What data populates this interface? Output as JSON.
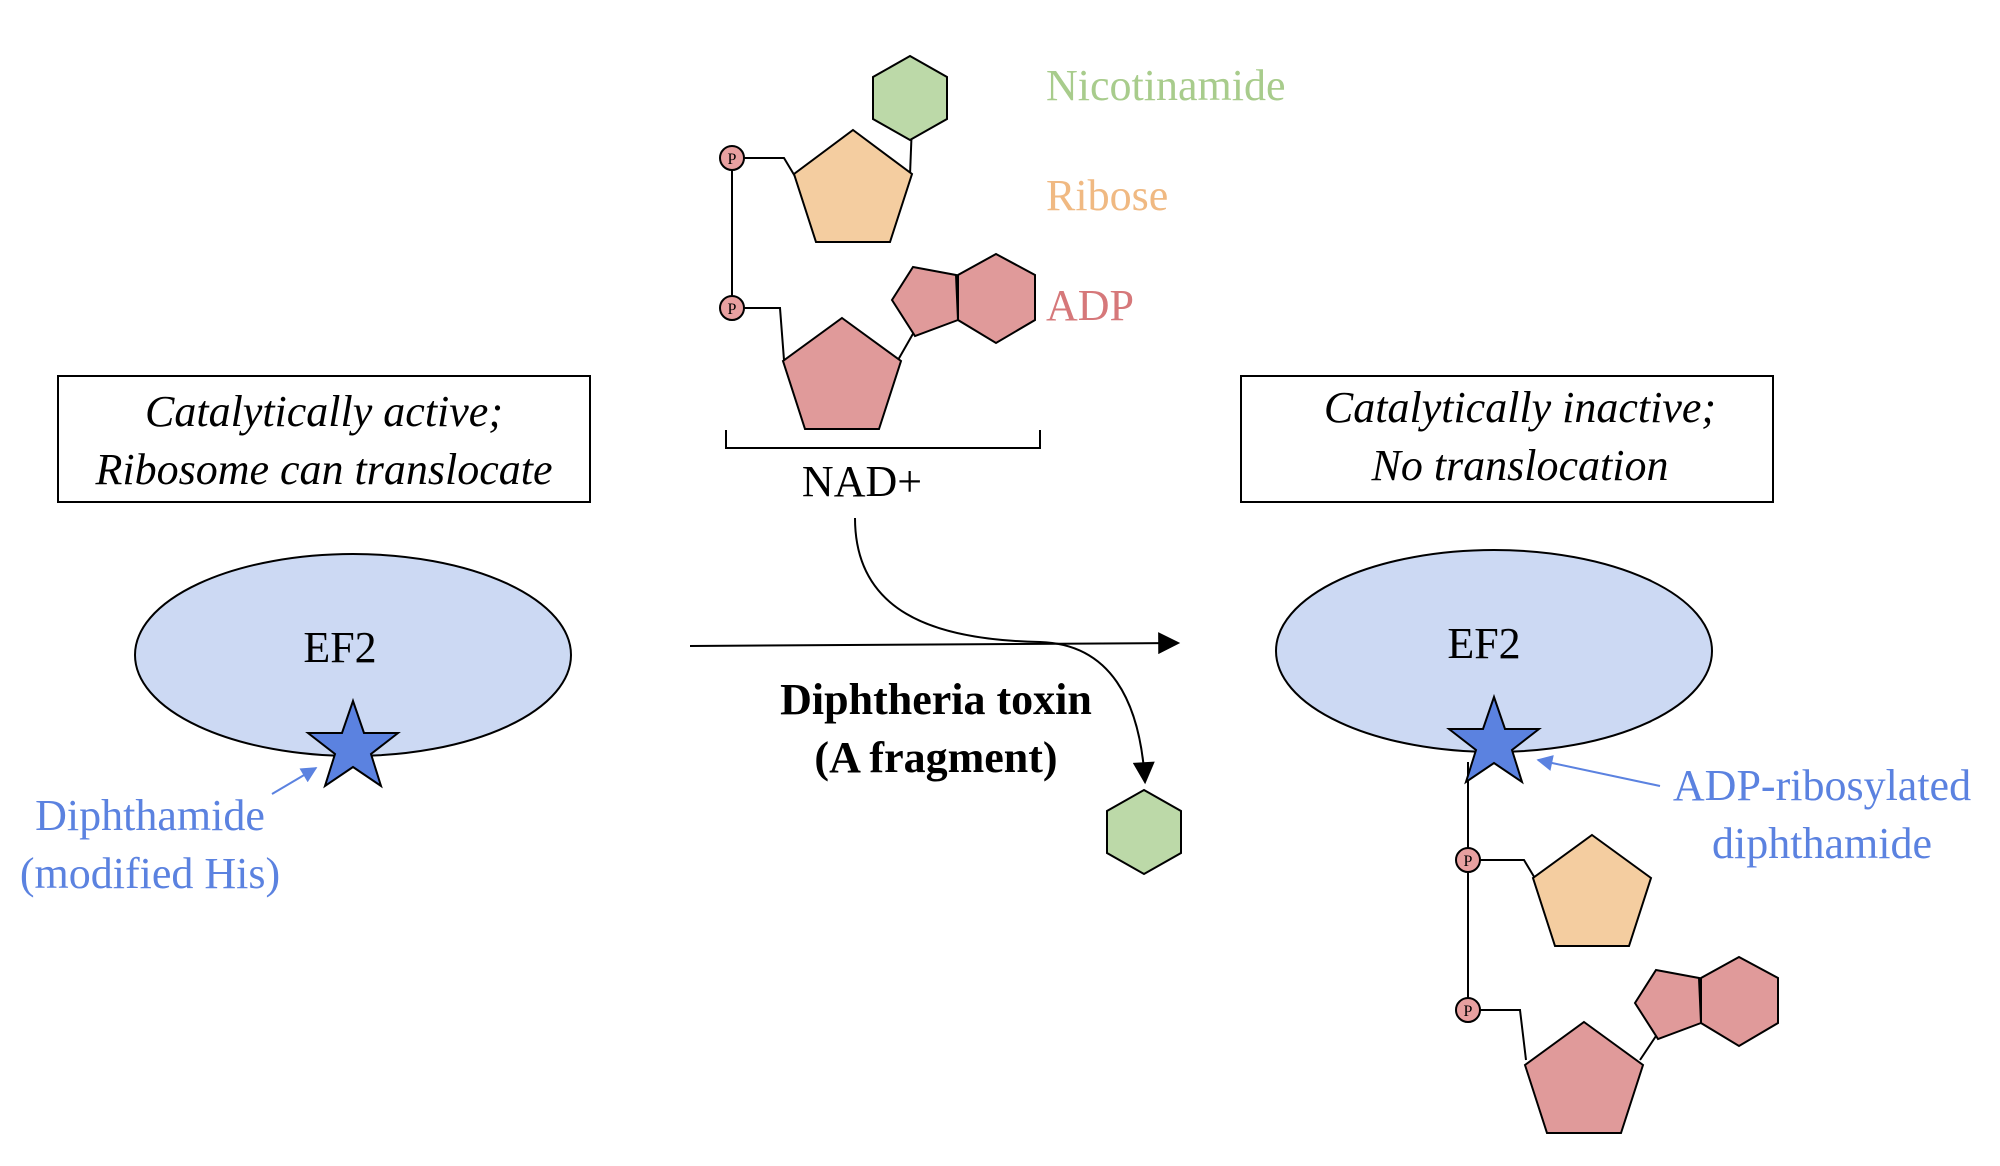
{
  "legend": {
    "nicotinamide": "Nicotinamide",
    "ribose": "Ribose",
    "adp": "ADP"
  },
  "nad_label": "NAD+",
  "phosphate_symbol": "P",
  "left_box": {
    "line1": "Catalytically active;",
    "line2": "Ribosome can translocate"
  },
  "right_box": {
    "line1": "Catalytically inactive;",
    "line2": "No translocation"
  },
  "left_protein": "EF2",
  "right_protein": "EF2",
  "left_annotation": {
    "line1": "Diphthamide",
    "line2": "(modified His)"
  },
  "right_annotation": {
    "line1": "ADP-ribosylated",
    "line2": "diphthamide"
  },
  "enzyme": {
    "line1": "Diphtheria toxin",
    "line2": "(A fragment)"
  },
  "colors": {
    "nicotinamide": "#bcd9a8",
    "ribose": "#f4cda0",
    "adp": "#e09a9a",
    "phosphate": "#e8a0a0",
    "protein": "#ccd9f3",
    "star": "#5b82e0",
    "annotation_text": "#5b82e0",
    "nicotinamide_text": "#a8cc8c",
    "ribose_text": "#f0b982",
    "adp_text": "#d6787a"
  }
}
